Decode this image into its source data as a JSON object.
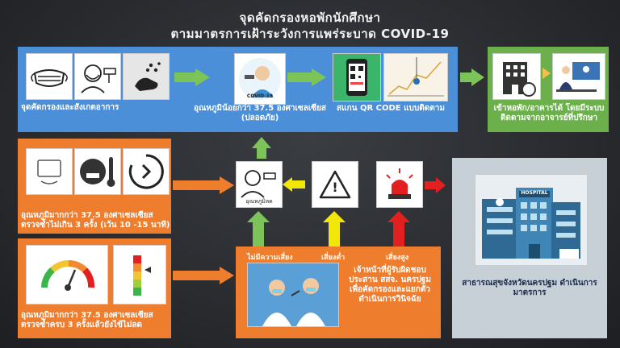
{
  "title": {
    "line1": "จุดคัดกรองหอพักนักศึกษา",
    "line2": "ตามมาตรการเฝ้าระวังการแพร่ระบาด COVID-19"
  },
  "top": {
    "screening_label": "จุดคัดกรองและสังเกตอาการ",
    "temp_ok_label": "อุณหภูมิน้อยกว่า 37.5 องศาเซลเซียส (ปลอดภัย)",
    "qr_label": "สแกน QR CODE แบบติดตาม",
    "covid_badge": "COVID-19"
  },
  "green_box": {
    "label": "เข้าหอพัก/อาคารได้ โดยมีระบบติดตามจากอาจารย์ที่ปรึกษา"
  },
  "middle": {
    "temp_high_label": "อุณหภูมิมากกว่า 37.5 องศาเซลเซียส ตรวจซ้ำไม่เกิน 3 ครั้ง (เว้น 10 -15 นาที)",
    "measure_label": "อุณหภูมิลด",
    "warning_symbol": "!"
  },
  "bottom": {
    "temp_persist_label": "อุณหภูมิมากกว่า 37.5 องศาเซลเซียส ตรวจซ้ำครบ 3 ครั้งแล้วยังไข้ไม่ลด",
    "risk_none": "ไม่มีความเสี่ยง",
    "risk_low": "เสี่ยงต่ำ",
    "risk_high": "เสี่ยงสูง",
    "officer_text": "เจ้าหน้าที่ผู้รับผิดชอบ ประสาน สสจ. นครปฐม เพื่อคัดกรองและแยกตัว ดำเนินการวินิจฉัย"
  },
  "hospital": {
    "sign": "HOSPITAL",
    "label": "สาธารณสุขจังหวัดนครปฐม ดำเนินการมาตรการ"
  },
  "colors": {
    "blue": "#4a8fd8",
    "green": "#6bb04a",
    "orange": "#ef7d2e",
    "grey": "#c7d0d6",
    "arrow_green": "#7cc45a",
    "arrow_yellow": "#f2e60a",
    "arrow_red": "#e32020"
  }
}
